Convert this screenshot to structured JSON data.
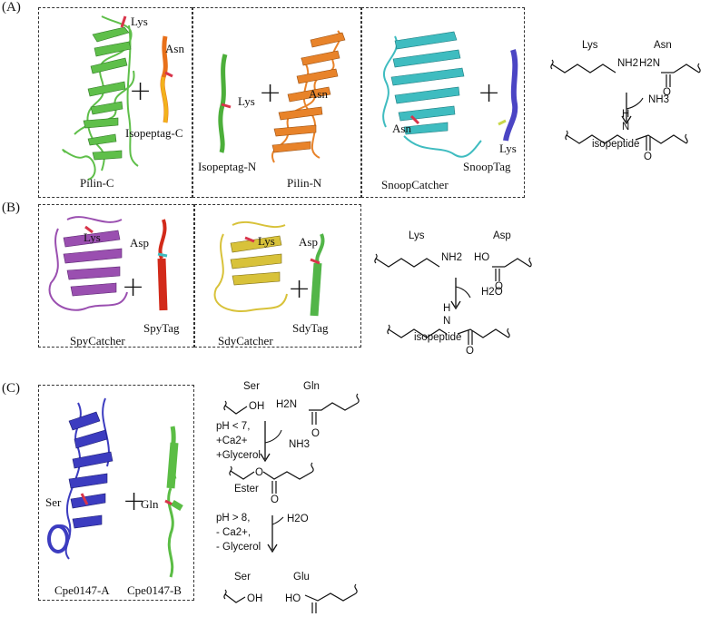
{
  "panels": {
    "A": {
      "letter": "(A)",
      "pilin_c": {
        "protein": "Pilin-C",
        "site": "Lys",
        "partner": "Isopeptag-C",
        "partner_site": "Asn"
      },
      "pilin_n": {
        "partner": "Isopeptag-N",
        "partner_site": "Lys",
        "protein": "Pilin-N",
        "site": "Asn"
      },
      "snoop": {
        "protein": "SnoopCatcher",
        "site": "Asn",
        "partner": "SnoopTag",
        "partner_site": "Lys"
      },
      "scheme": {
        "reactant1": "Lys",
        "reactant2": "Asn",
        "nh2": "NH2",
        "h2n": "H2N",
        "o": "O",
        "byproduct": "NH3",
        "nh": "H",
        "n": "N",
        "product": "isopeptide"
      }
    },
    "B": {
      "letter": "(B)",
      "spy": {
        "protein": "SpyCatcher",
        "site": "Lys",
        "partner": "SpyTag",
        "partner_site": "Asp"
      },
      "sdy": {
        "protein": "SdyCatcher",
        "site": "Lys",
        "partner": "SdyTag",
        "partner_site": "Asp"
      },
      "scheme": {
        "reactant1": "Lys",
        "reactant2": "Asp",
        "nh2": "NH2",
        "ho": "HO",
        "o": "O",
        "byproduct": "H2O",
        "nh": "H",
        "n": "N",
        "product": "isopeptide"
      }
    },
    "C": {
      "letter": "(C)",
      "cpe": {
        "protein_a": "Cpe0147-A",
        "site_a": "Ser",
        "protein_b": "Cpe0147-B",
        "site_b": "Gln"
      },
      "scheme": {
        "reactant1": "Ser",
        "oh": "OH",
        "reactant2": "Gln",
        "h2n": "H2N",
        "o": "O",
        "cond1": [
          "pH < 7,",
          "+Ca2+",
          "+Glycerol"
        ],
        "byproduct1": "NH3",
        "ester_o": "O",
        "ester": "Ester",
        "cond2": [
          "pH > 8,",
          "- Ca2+,",
          "- Glycerol"
        ],
        "byproduct2": "H2O",
        "product1": "Ser",
        "product1_oh": "OH",
        "product2": "Glu",
        "ho": "HO"
      }
    }
  },
  "colors": {
    "pilin_c": "#5fbf4a",
    "isopeptag_c": "#e8701a",
    "pilin_n": "#e8832a",
    "isopeptag_n": "#4caf3a",
    "snoopcatcher": "#3fbcc0",
    "snooptag": "#4b45c4",
    "spycatcher": "#9a4fb0",
    "spytag": "#d22a1a",
    "sdycatcher": "#d8c23a",
    "sdytag": "#52b548",
    "cpe_a": "#3c3cc0",
    "cpe_b": "#5bbd45",
    "site_marker": "#d8344a"
  }
}
